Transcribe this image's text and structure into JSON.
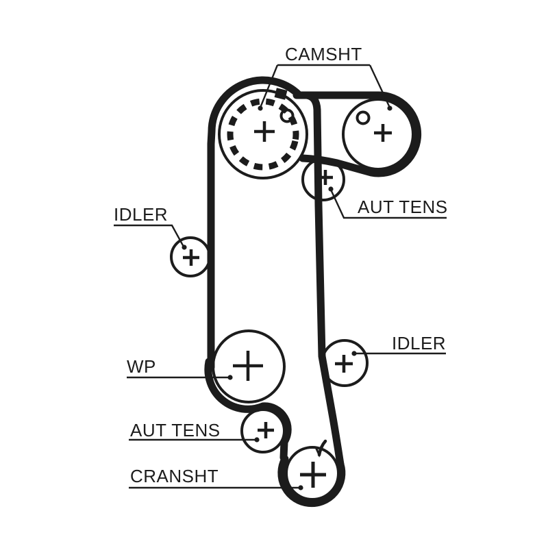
{
  "diagram": {
    "kind": "timing-belt-routing-diagram",
    "background_color": "#ffffff",
    "ink_color": "#1c1c1c",
    "labels": {
      "camshaft": "CAMSHT",
      "idler_left": "IDLER",
      "aut_tens_top": "AUT TENS",
      "idler_right": "IDLER",
      "water_pump": "WP",
      "aut_tens_bottom": "AUT TENS",
      "crankshaft": "CRANSHT"
    },
    "components": [
      {
        "name": "camshaft-pulley-left",
        "label": "CAMSHT"
      },
      {
        "name": "camshaft-pulley-right",
        "label": "CAMSHT"
      },
      {
        "name": "tensioner-pulley-top",
        "label": "AUT TENS"
      },
      {
        "name": "idler-pulley-left",
        "label": "IDLER"
      },
      {
        "name": "idler-pulley-right",
        "label": "IDLER"
      },
      {
        "name": "water-pump-pulley",
        "label": "WP"
      },
      {
        "name": "tensioner-pulley-bottom",
        "label": "AUT TENS"
      },
      {
        "name": "crankshaft-pulley",
        "label": "CRANSHT"
      }
    ]
  }
}
